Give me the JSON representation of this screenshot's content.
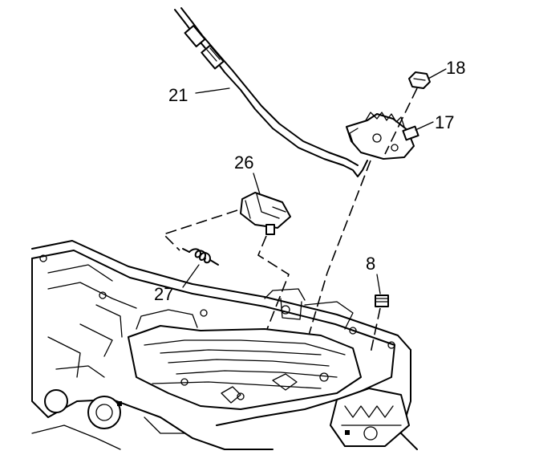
{
  "callouts": {
    "c21": "21",
    "c26": "26",
    "c27": "27",
    "c8": "8",
    "c17": "17",
    "c18": "18"
  }
}
